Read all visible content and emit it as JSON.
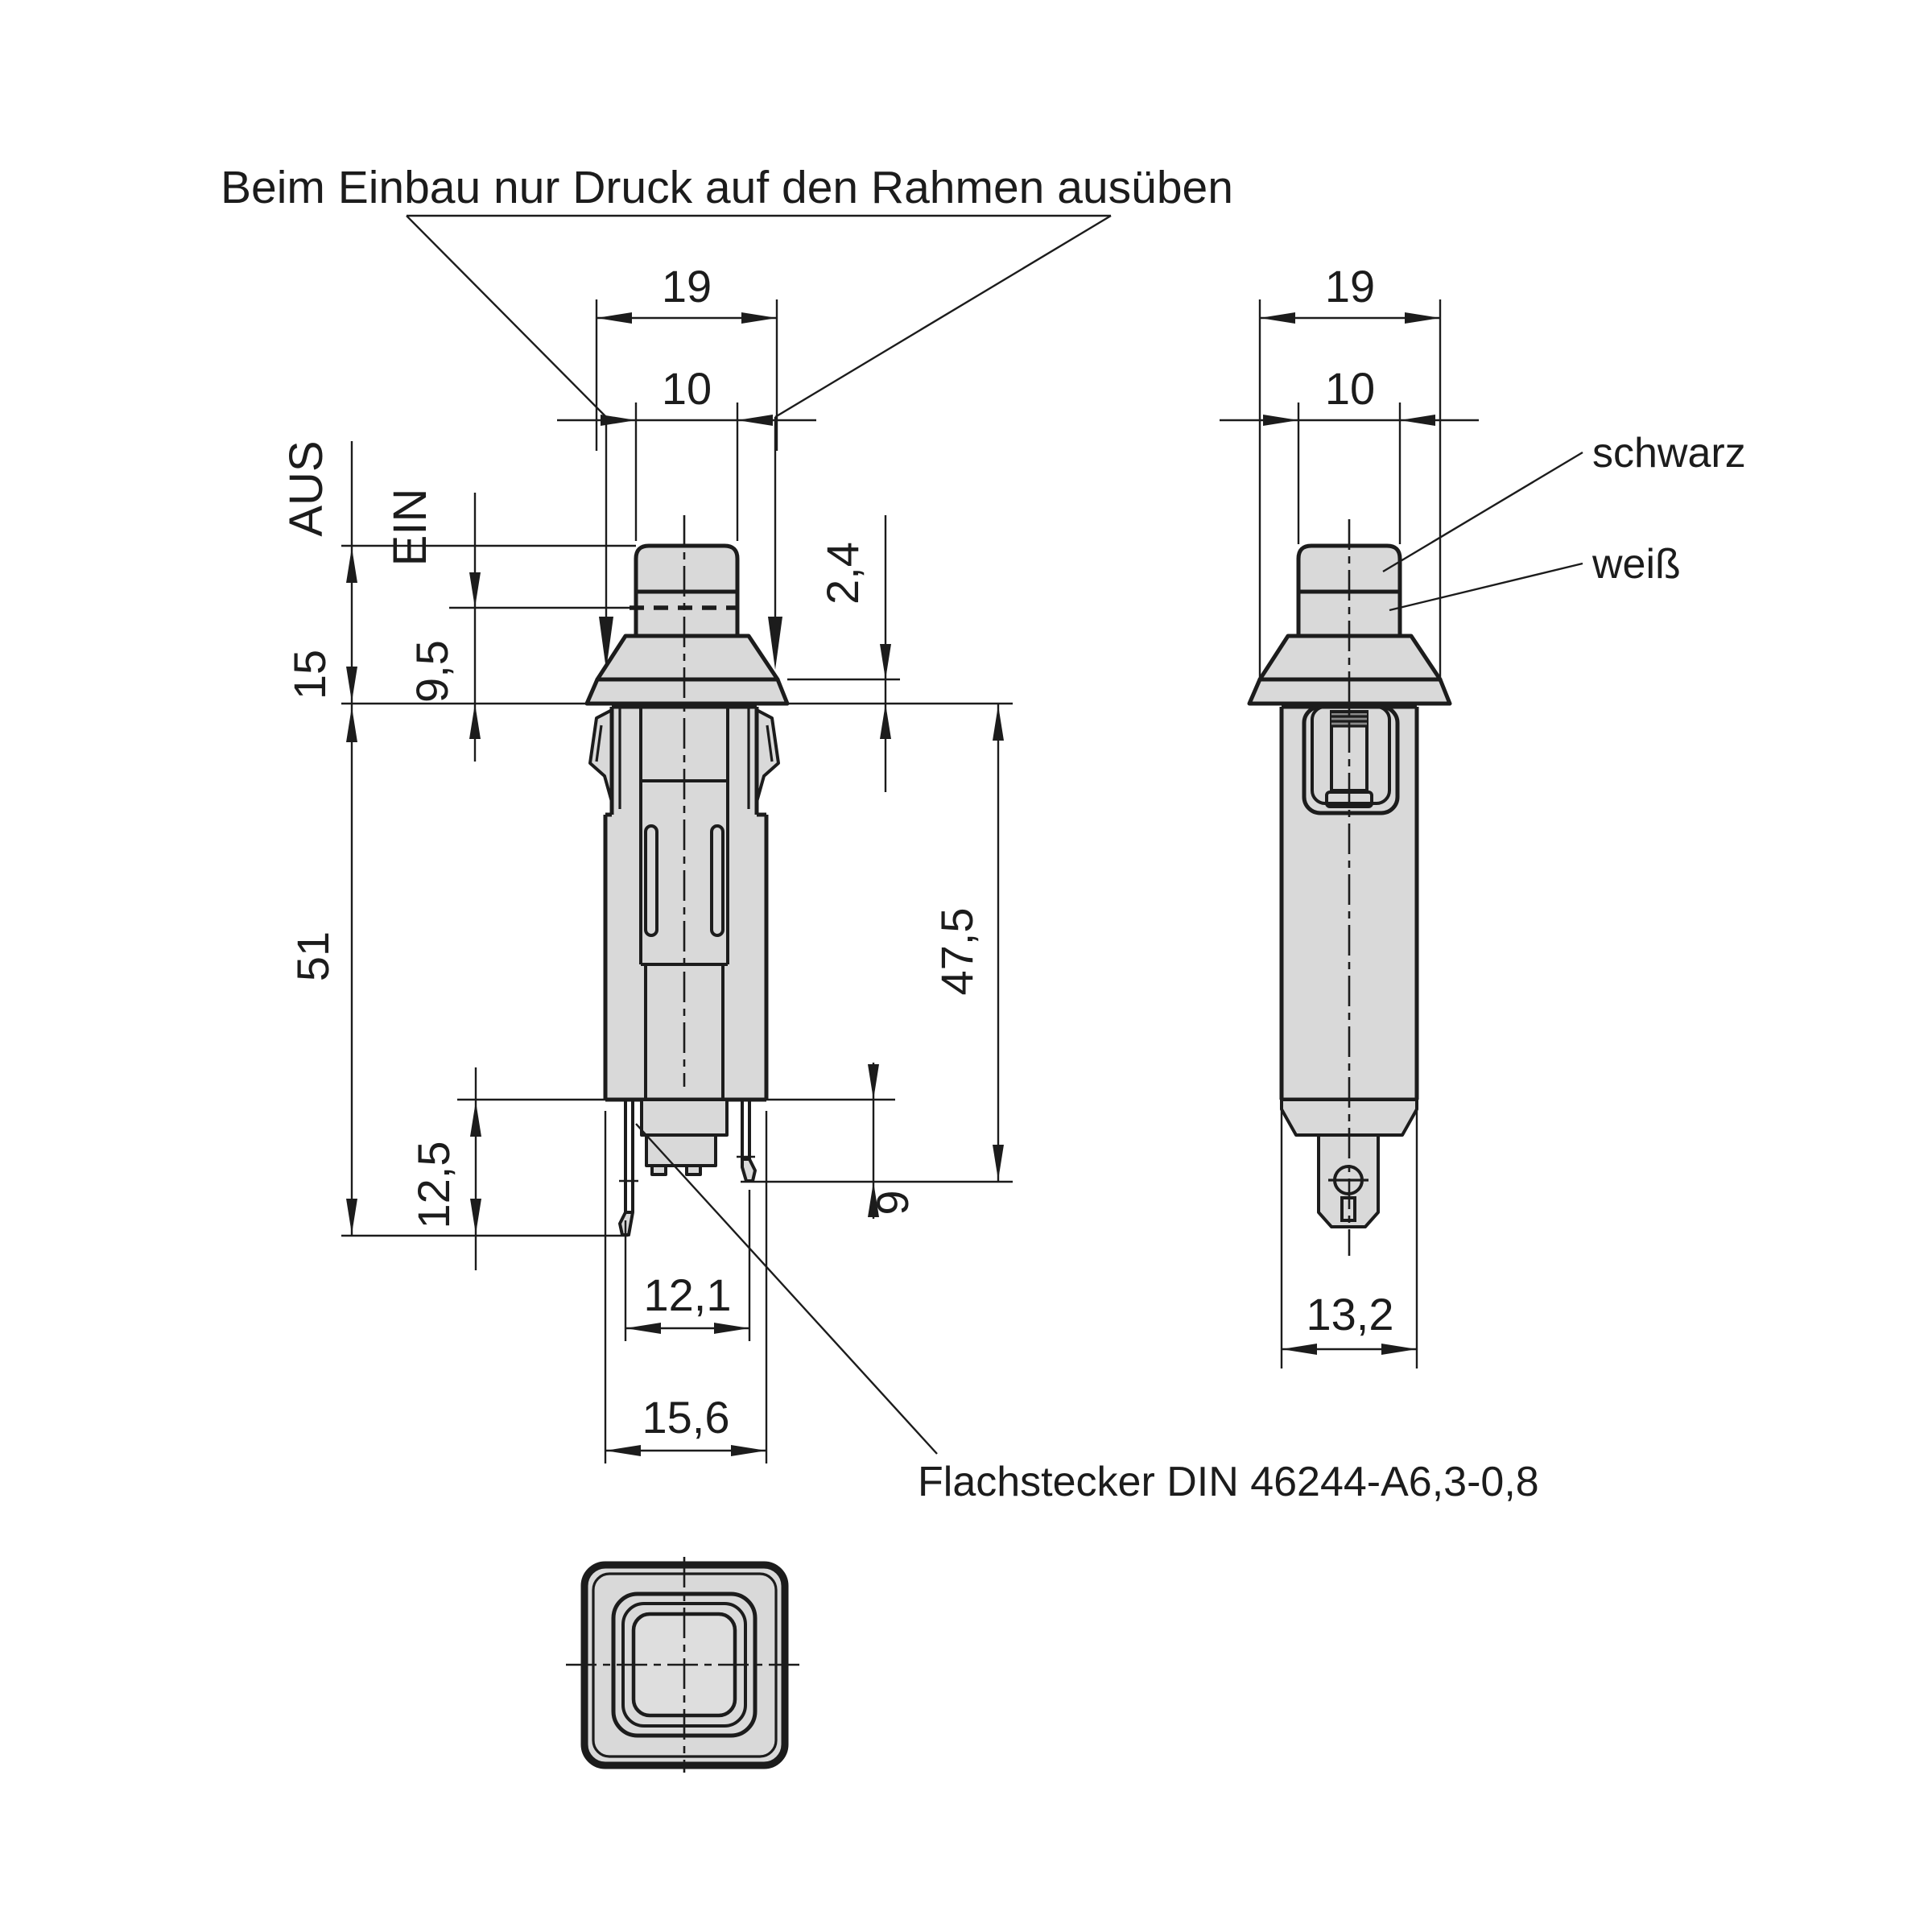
{
  "title": "Beim Einbau nur Druck auf den Rahmen ausüben",
  "connector_note": "Flachstecker DIN 46244-A6,3-0,8",
  "front_view": {
    "dim_width_frame": "19",
    "dim_width_button": "10",
    "label_off": "AUS",
    "label_on": "EIN",
    "dim_protrusion_off": "15",
    "dim_protrusion_on": "9,5",
    "dim_flange_thickness": "2,4",
    "dim_total_length": "51",
    "dim_body_length": "47,5",
    "dim_terminal_long": "12,5",
    "dim_terminal_short": "9",
    "dim_terminal_span": "12,1",
    "dim_body_width": "15,6"
  },
  "side_view": {
    "dim_width_frame": "19",
    "dim_width_button": "10",
    "label_color_top": "schwarz",
    "label_color_bottom": "weiß",
    "dim_body_depth": "13,2"
  },
  "colors": {
    "background": "#ffffff",
    "part_fill": "#d9d9d9",
    "line": "#1c1c1c"
  }
}
